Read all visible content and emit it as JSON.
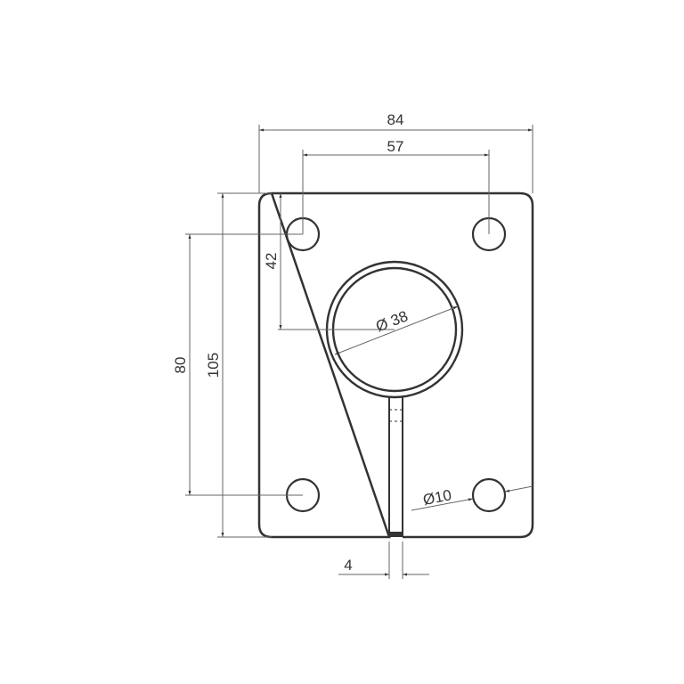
{
  "drawing": {
    "type": "mounting plate technical drawing",
    "units": "mm",
    "colors": {
      "outline": "#333333",
      "dimension": "#666666",
      "background": "#ffffff"
    }
  },
  "dimensions": {
    "overall_width": "84",
    "hole_spacing_horizontal": "57",
    "center_offset_vertical": "42",
    "hole_spacing_vertical": "80",
    "overall_height": "105",
    "center_bore_diameter": "Ø 38",
    "hole_diameter": "Ø10",
    "slot_width": "4"
  }
}
